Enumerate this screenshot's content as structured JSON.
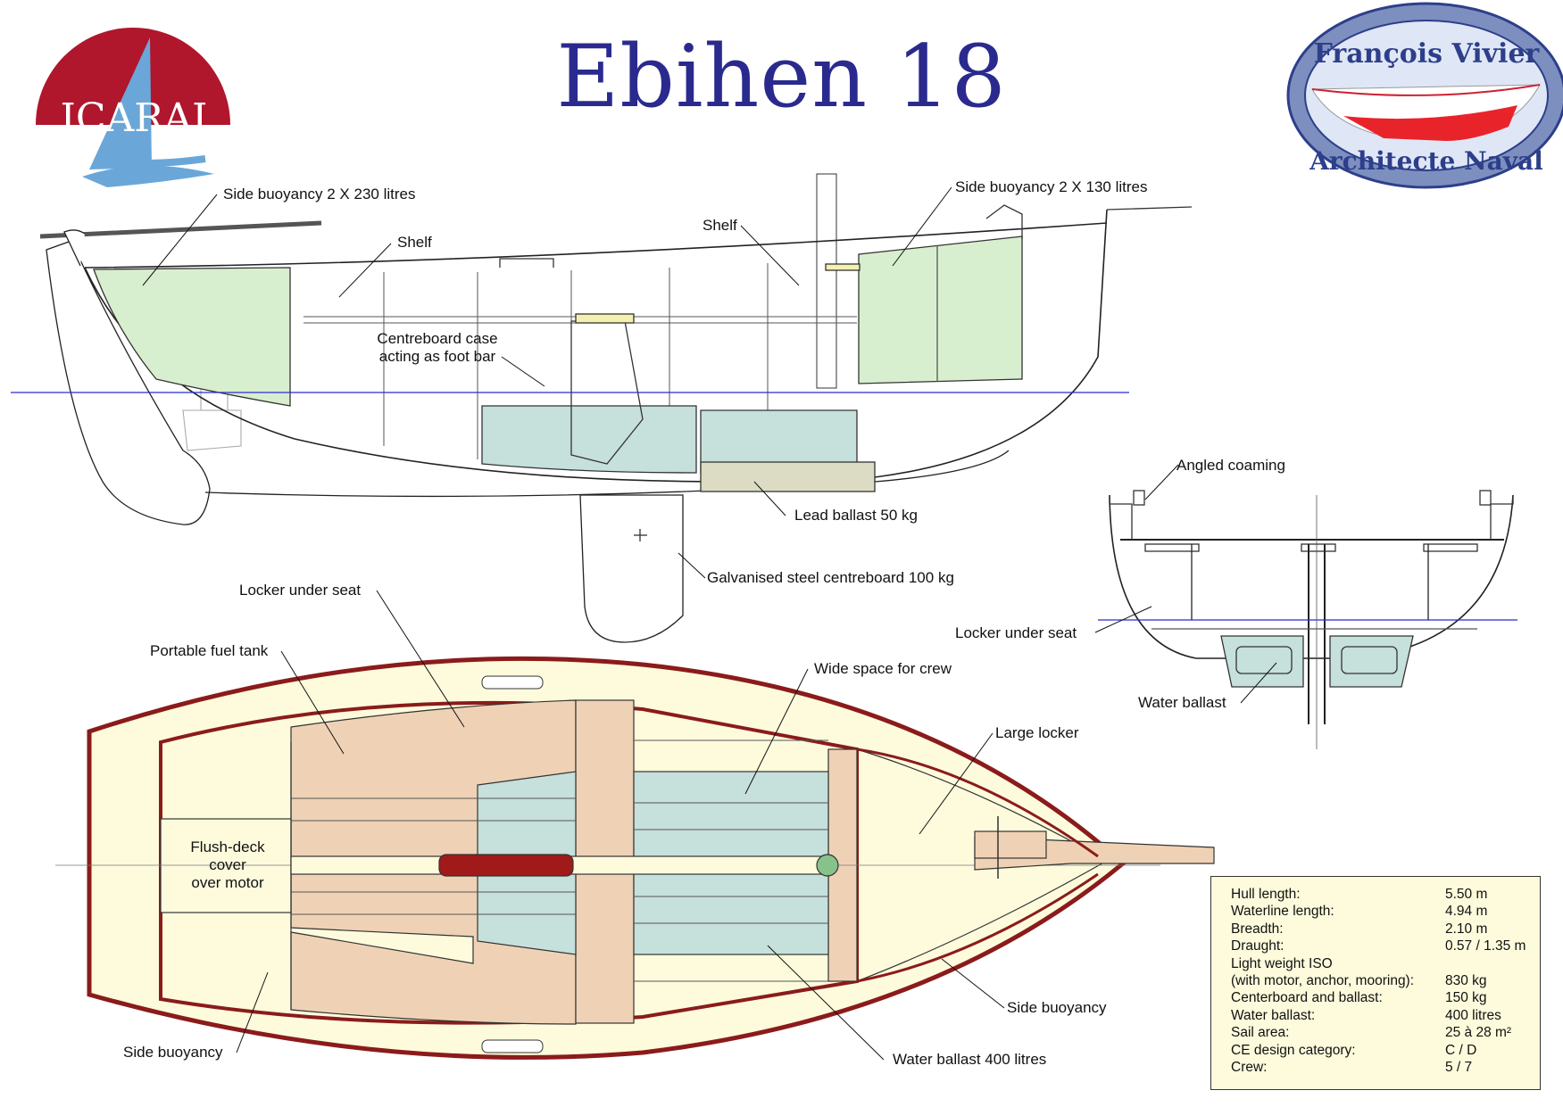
{
  "title": "Ebihen 18",
  "logos": {
    "icarai": {
      "text": "ICARAI",
      "colors": {
        "sun": "#b0162c",
        "sail": "#6aa7d8"
      }
    },
    "vivier": {
      "top": "François Vivier",
      "bottom": "Architecte Naval",
      "colors": {
        "ring": "#2d3f8a",
        "fill": "#7d8fbf",
        "hull": "#e8242a"
      }
    }
  },
  "profile_labels": {
    "side_buoyancy_aft": "Side buoyancy 2 X 230 litres",
    "shelf_aft": "Shelf",
    "shelf_fwd": "Shelf",
    "side_buoyancy_fwd": "Side buoyancy 2 X 130 litres",
    "centreboard_case_1": "Centreboard case",
    "centreboard_case_2": "acting as foot bar",
    "lead_ballast": "Lead ballast 50 kg",
    "centreboard": "Galvanised steel centreboard 100 kg"
  },
  "section_labels": {
    "angled_coaming": "Angled coaming",
    "locker_under_seat": "Locker under seat",
    "water_ballast": "Water ballast"
  },
  "plan_labels": {
    "locker_under_seat": "Locker under seat",
    "portable_fuel_tank": "Portable fuel tank",
    "wide_space": "Wide space for crew",
    "large_locker": "Large locker",
    "flush_deck_1": "Flush-deck",
    "flush_deck_2": "cover",
    "flush_deck_3": "over motor",
    "side_buoyancy_right": "Side buoyancy",
    "side_buoyancy_left": "Side buoyancy",
    "water_ballast": "Water ballast 400 litres"
  },
  "specs": [
    {
      "label": "Hull length:",
      "value": "5.50 m"
    },
    {
      "label": "Waterline length:",
      "value": "4.94 m"
    },
    {
      "label": "Breadth:",
      "value": "2.10 m"
    },
    {
      "label": "Draught:",
      "value": "0.57 / 1.35 m"
    },
    {
      "label": "Light weight ISO",
      "value": ""
    },
    {
      "label": "(with motor, anchor, mooring):",
      "value": "830 kg"
    },
    {
      "label": "Centerboard and ballast:",
      "value": "150 kg"
    },
    {
      "label": "Water ballast:",
      "value": "400 litres"
    },
    {
      "label": "Sail area:",
      "value": "25 à 28 m²"
    },
    {
      "label": "CE design category:",
      "value": "C / D"
    },
    {
      "label": "Crew:",
      "value": "5 / 7"
    }
  ],
  "colors": {
    "buoyancy": "#d8efcf",
    "water_ballast": "#c6e0dc",
    "deck": "#fdfbdc",
    "seat": "#efd2b5",
    "gunwale": "#8b1b1b",
    "waterline": "#2b2bd0",
    "lead": "#dcdcc4"
  }
}
